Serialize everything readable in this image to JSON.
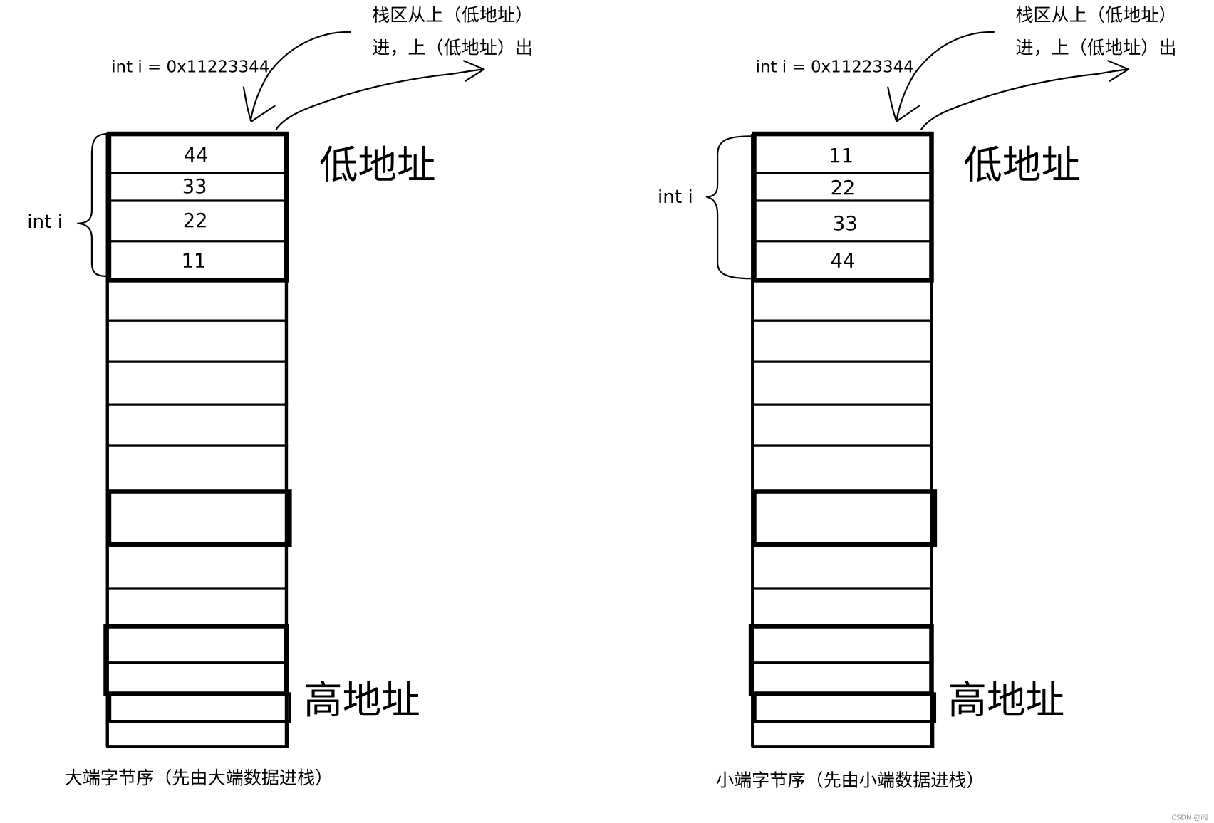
{
  "diagrams": [
    {
      "stack_note_line1": "栈区从上（低地址）",
      "stack_note_line2": "进，上（低地址）出",
      "declaration": "int i = 0x11223344",
      "brace_label": "int i",
      "low_address_label": "低地址",
      "high_address_label": "高地址",
      "caption": "大端字节序（先由大端数据进栈）",
      "bytes": [
        "44",
        "33",
        "22",
        "11"
      ]
    },
    {
      "stack_note_line1": "栈区从上（低地址）",
      "stack_note_line2": "进，上（低地址）出",
      "declaration": "int i = 0x11223344",
      "brace_label": "int i",
      "low_address_label": "低地址",
      "high_address_label": "高地址",
      "caption": "小端字节序（先由小端数据进栈）",
      "bytes": [
        "11",
        "22",
        "33",
        "44"
      ]
    }
  ],
  "watermark": "CSDN @闪"
}
